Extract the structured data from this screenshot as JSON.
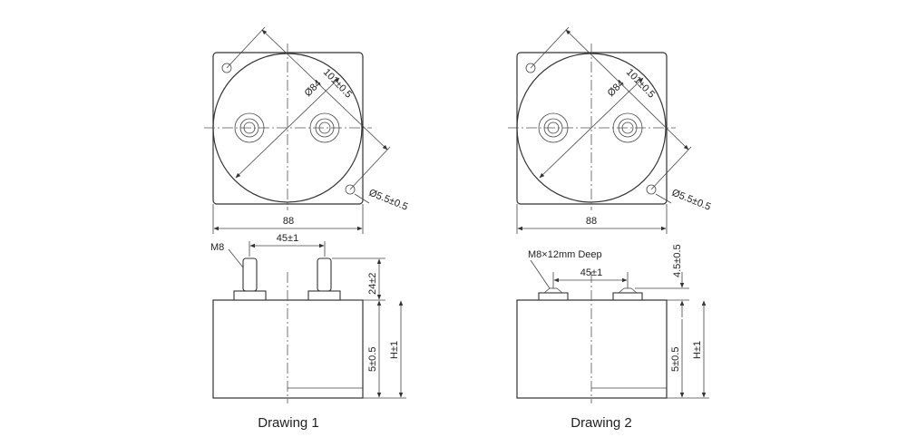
{
  "drawings": [
    {
      "caption": "Drawing 1",
      "dims": {
        "diagonal": "101±0.5",
        "diameter": "Ø84",
        "hole": "Ø5.5±0.5",
        "width": "88",
        "thread": "M8",
        "pitch": "45±1",
        "terminal_height": "24±2",
        "base_height": "5±0.5",
        "total_height": "H±1"
      }
    },
    {
      "caption": "Drawing 2",
      "dims": {
        "diagonal": "101±0.5",
        "diameter": "Ø84",
        "hole": "Ø5.5±0.5",
        "width": "88",
        "thread": "M8×12mm Deep",
        "pitch": "45±1",
        "terminal_height": "4.5±0.5",
        "base_height": "5±0.5",
        "total_height": "H±1"
      }
    }
  ]
}
